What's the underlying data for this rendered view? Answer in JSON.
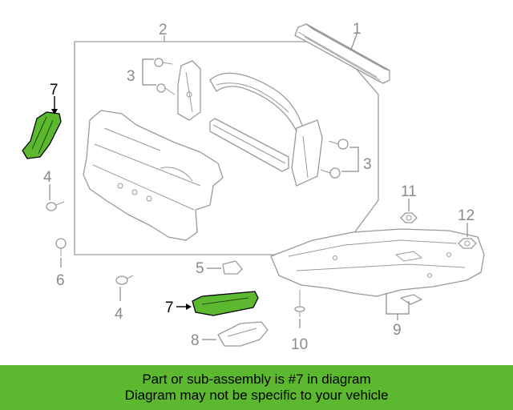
{
  "callouts": {
    "c1": "1",
    "c2": "2",
    "c3a": "3",
    "c3b": "3",
    "c4a": "4",
    "c4b": "4",
    "c5": "5",
    "c6": "6",
    "c7a": "7",
    "c7b": "7",
    "c8": "8",
    "c9": "9",
    "c10": "10",
    "c11": "11",
    "c12": "12"
  },
  "highlight_color": "#5cb82e",
  "banner": {
    "line1": "Part or sub-assembly is #7 in diagram",
    "line2": "Diagram may not be specific to your vehicle"
  }
}
